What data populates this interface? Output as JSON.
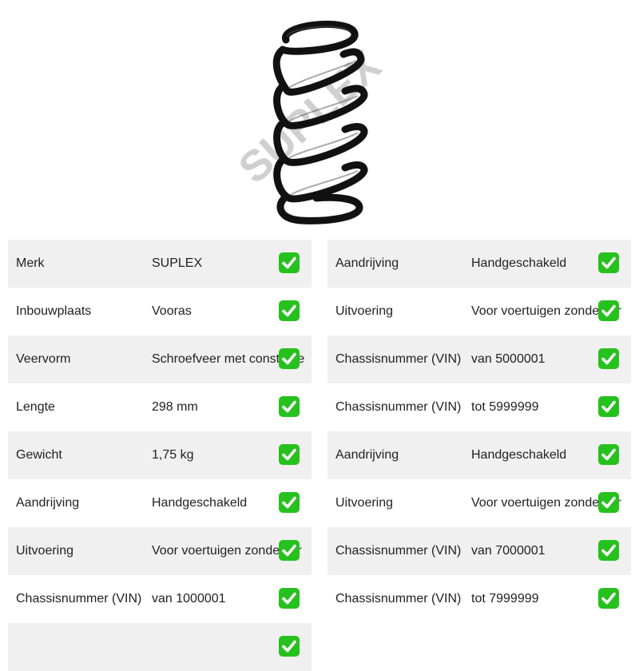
{
  "brand_watermark": "SUPLEX",
  "colors": {
    "check_bg": "#26c11d",
    "row_shade": "#f0f0f0",
    "spring": "#111111",
    "watermark": "#c8c8c8"
  },
  "icons": {
    "check": "check-mark-icon",
    "product": "coil-spring-image"
  },
  "left_specs": [
    {
      "label": "Merk",
      "value": "SUPLEX"
    },
    {
      "label": "Inbouwplaats",
      "value": "Vooras"
    },
    {
      "label": "Veervorm",
      "value": "Schroefveer met constante"
    },
    {
      "label": "Lengte",
      "value": "298 mm"
    },
    {
      "label": "Gewicht",
      "value": "1,75 kg"
    },
    {
      "label": "Aandrijving",
      "value": "Handgeschakeld"
    },
    {
      "label": "Uitvoering",
      "value": "Voor voertuigen zonder air"
    },
    {
      "label": "Chassisnummer (VIN)",
      "value": "van 1000001"
    },
    {
      "label": "",
      "value": ""
    }
  ],
  "right_specs": [
    {
      "label": "Aandrijving",
      "value": "Handgeschakeld"
    },
    {
      "label": "Uitvoering",
      "value": "Voor voertuigen zonder air"
    },
    {
      "label": "Chassisnummer (VIN)",
      "value": "van 5000001"
    },
    {
      "label": "Chassisnummer (VIN)",
      "value": "tot 5999999"
    },
    {
      "label": "Aandrijving",
      "value": "Handgeschakeld"
    },
    {
      "label": "Uitvoering",
      "value": "Voor voertuigen zonder air"
    },
    {
      "label": "Chassisnummer (VIN)",
      "value": "van 7000001"
    },
    {
      "label": "Chassisnummer (VIN)",
      "value": "tot 7999999"
    }
  ]
}
